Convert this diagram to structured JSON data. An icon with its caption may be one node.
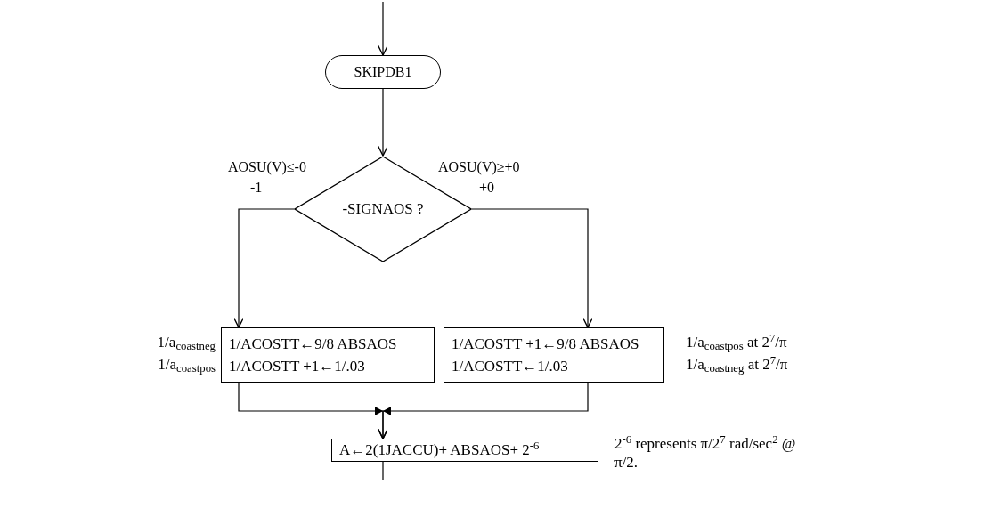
{
  "diagram": {
    "nodes": [
      {
        "text": [
          "SKIPDB1"
        ]
      },
      {
        "text": [
          "-SIGNAOS ?"
        ]
      },
      {
        "text": [
          "1/ACOSTT←9/8 ABSAOS",
          "1/ACOSTT +1←1/.03"
        ],
        "beside": [
          "1/a$_{coastneg}$",
          "1/a$_{coastpos}$"
        ]
      },
      {
        "text": [
          "1/ACOSTT +1←9/8 ABSAOS",
          "1/ACOSTT←1/.03"
        ],
        "beside": [
          "1/a$_{coastpos}$ at 2$^{7}$/π",
          "1/a$_{coastneg}$ at 2$^{7}$/π"
        ]
      },
      {
        "text": [
          "A←2(1JACCU)+ ABSAOS+ 2$^{-6}$"
        ],
        "beside": [
          "2$^{-6}$ represents π/2$^{7}$ rad/sec$^{2}$ @ π/2."
        ]
      }
    ],
    "edges": [
      {
        "from": null,
        "to": 0,
        "arrow": "to"
      },
      {
        "from": 0,
        "to": 1,
        "arrow": "to"
      },
      {
        "from": 1,
        "to": 2,
        "arrow": "to"
      },
      {
        "from": 1,
        "to": 3,
        "arrow": "to"
      },
      {
        "from": 2,
        "to": 4,
        "arrow": "to"
      },
      {
        "from": 3,
        "to": 4,
        "arrow": "to"
      },
      {
        "from": 4,
        "to": null,
        "arrow": "none"
      }
    ],
    "labels": [
      "AOSU(V)≤-0",
      "AOSU(V)≥+0",
      "-1",
      "+0"
    ]
  }
}
